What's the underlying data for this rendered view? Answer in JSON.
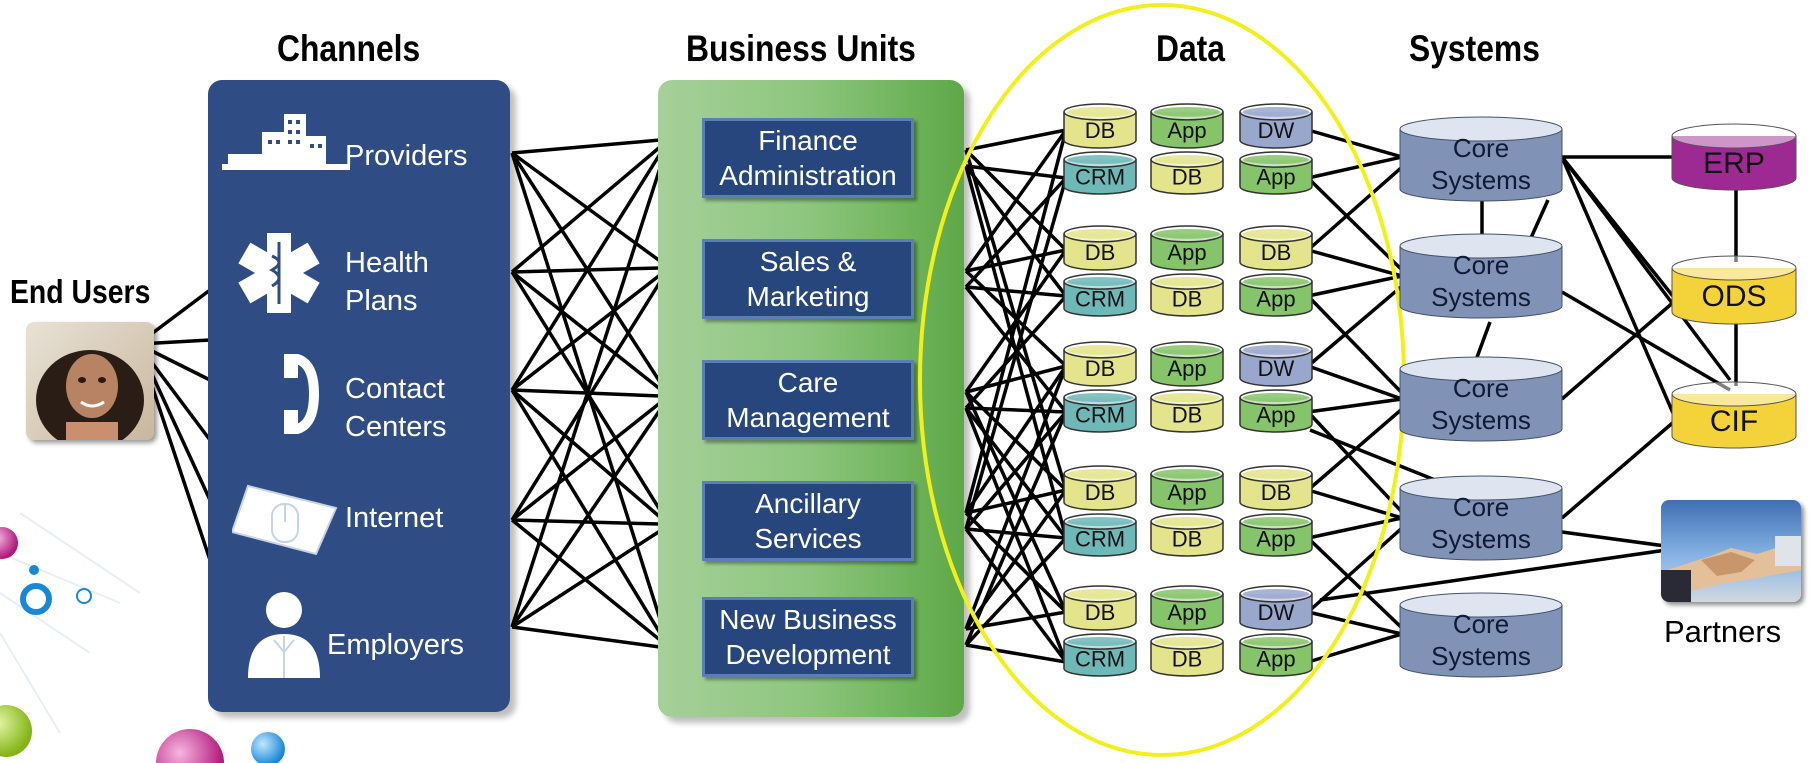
{
  "headers": {
    "channels": "Channels",
    "business_units": "Business Units",
    "data": "Data",
    "systems": "Systems"
  },
  "end_users_label": "End Users",
  "channels": [
    {
      "label": "Providers",
      "icon": "building-icon"
    },
    {
      "label": "Health Plans",
      "icon": "star-of-life-icon"
    },
    {
      "label": "Contact Centers",
      "icon": "telephone-icon"
    },
    {
      "label": "Internet",
      "icon": "mouse-icon"
    },
    {
      "label": "Employers",
      "icon": "person-icon"
    }
  ],
  "business_units": [
    {
      "line1": "Finance",
      "line2": "Administration"
    },
    {
      "line1": "Sales &",
      "line2": "Marketing"
    },
    {
      "line1": "Care",
      "line2": "Management"
    },
    {
      "line1": "Ancillary",
      "line2": "Services"
    },
    {
      "line1": "New Business",
      "line2": "Development"
    }
  ],
  "data_groups": [
    {
      "top": [
        "DB",
        "App",
        "DW"
      ],
      "bottom": [
        "CRM",
        "DB",
        "App"
      ]
    },
    {
      "top": [
        "DB",
        "App",
        "DB"
      ],
      "bottom": [
        "CRM",
        "DB",
        "App"
      ]
    },
    {
      "top": [
        "DB",
        "App",
        "DW"
      ],
      "bottom": [
        "CRM",
        "DB",
        "App"
      ]
    },
    {
      "top": [
        "DB",
        "App",
        "DB"
      ],
      "bottom": [
        "CRM",
        "DB",
        "App"
      ]
    },
    {
      "top": [
        "DB",
        "App",
        "DW"
      ],
      "bottom": [
        "CRM",
        "DB",
        "App"
      ]
    }
  ],
  "core_systems": [
    {
      "line1": "Core",
      "line2": "Systems"
    },
    {
      "line1": "Core",
      "line2": "Systems"
    },
    {
      "line1": "Core",
      "line2": "Systems"
    },
    {
      "line1": "Core",
      "line2": "Systems"
    },
    {
      "line1": "Core",
      "line2": "Systems"
    }
  ],
  "external": {
    "erp": "ERP",
    "ods": "ODS",
    "cif": "CIF",
    "partners": "Partners"
  },
  "colors": {
    "channel_panel": "#2f4d84",
    "bu_box": "#27467e",
    "db": "#e3e48c",
    "app": "#86c46a",
    "dw": "#9aa7cc",
    "crm": "#6fb8b8",
    "core": "#8092b5",
    "erp": "#9c2a92",
    "ods": "#f4d23a",
    "cif": "#f4d23a",
    "highlight_ellipse": "#f2f01a"
  }
}
